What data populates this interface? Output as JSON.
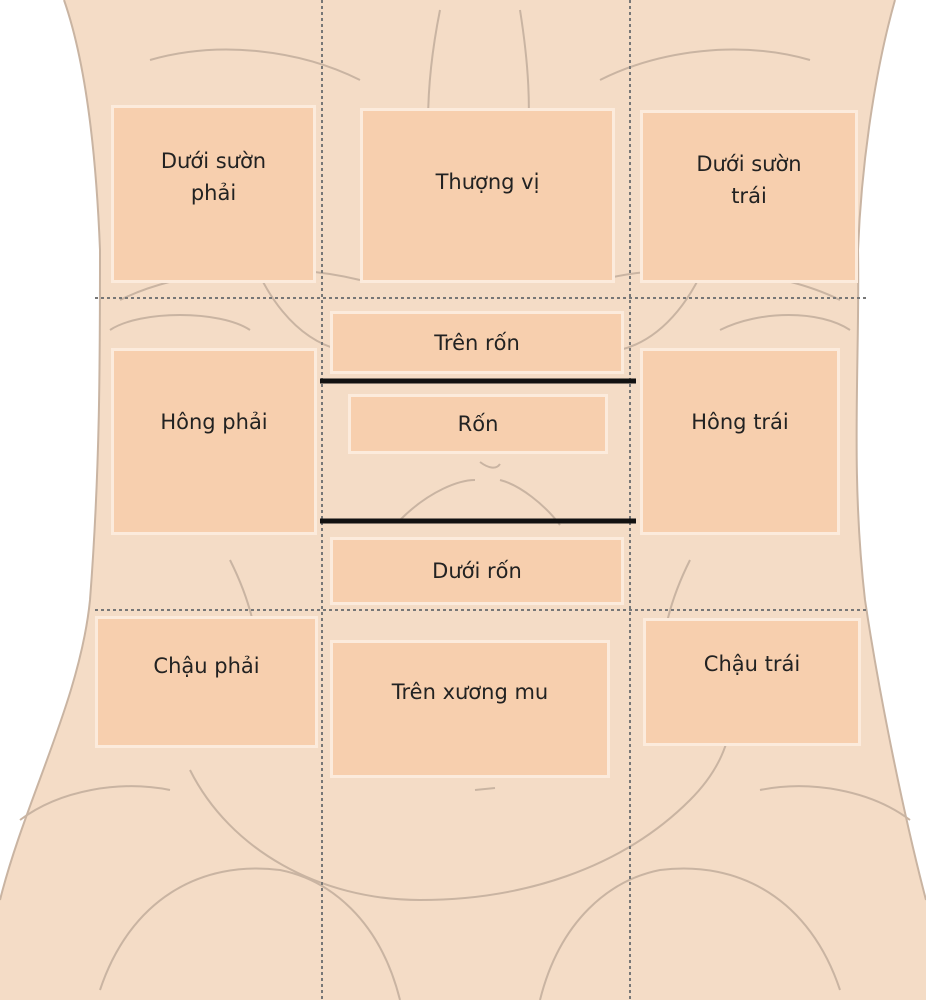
{
  "regions": {
    "right_hypochondriac": "Dưới sườn\nphải",
    "epigastric": "Thượng vị",
    "left_hypochondriac": "Dưới sườn\ntrái",
    "above_umbilicus": "Trên rốn",
    "right_lumbar": "Hông phải",
    "umbilical": "Rốn",
    "left_lumbar": "Hông trái",
    "below_umbilicus": "Dưới rốn",
    "right_iliac": "Chậu phải",
    "hypogastric": "Trên xương mu",
    "left_iliac": "Chậu trái"
  },
  "colors": {
    "skin": "#f4dcc6",
    "region_fill": "#f7cfae",
    "region_border": "#fcebdc",
    "outline": "#c9b4a2",
    "grid_line": "#777777",
    "divider": "#111111"
  }
}
